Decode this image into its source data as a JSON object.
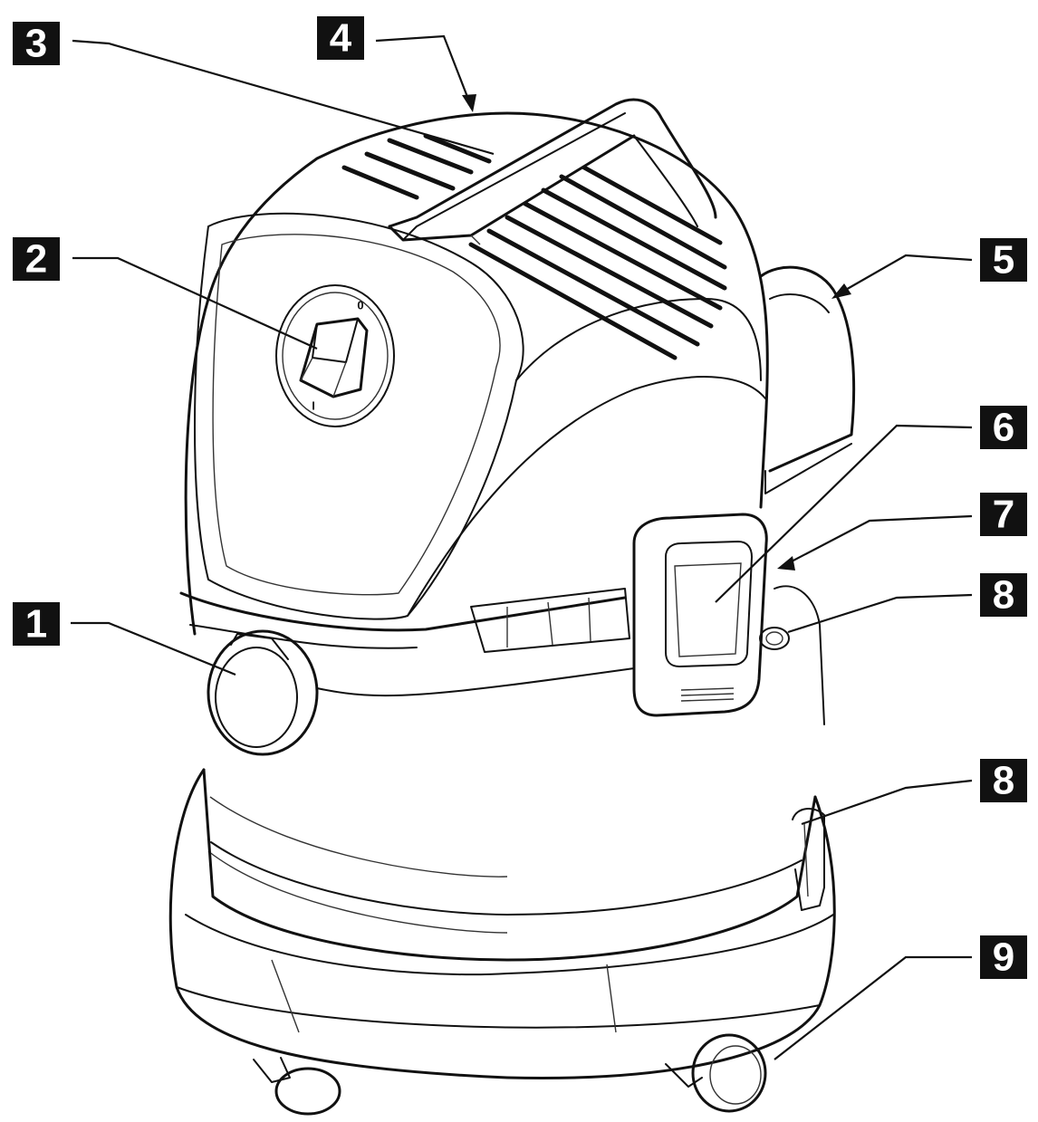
{
  "callouts": [
    {
      "id": "1",
      "text": "1"
    },
    {
      "id": "2",
      "text": "2"
    },
    {
      "id": "3",
      "text": "3"
    },
    {
      "id": "4",
      "text": "4"
    },
    {
      "id": "5",
      "text": "5"
    },
    {
      "id": "6",
      "text": "6"
    },
    {
      "id": "7",
      "text": "7"
    },
    {
      "id": "8a",
      "text": "8"
    },
    {
      "id": "8b",
      "text": "8"
    },
    {
      "id": "9",
      "text": "9"
    }
  ],
  "switch_marks": {
    "off": "0",
    "on": "I"
  },
  "colors": {
    "line": "#111111",
    "callout_bg": "#111111",
    "callout_text": "#ffffff",
    "background": "#ffffff"
  }
}
